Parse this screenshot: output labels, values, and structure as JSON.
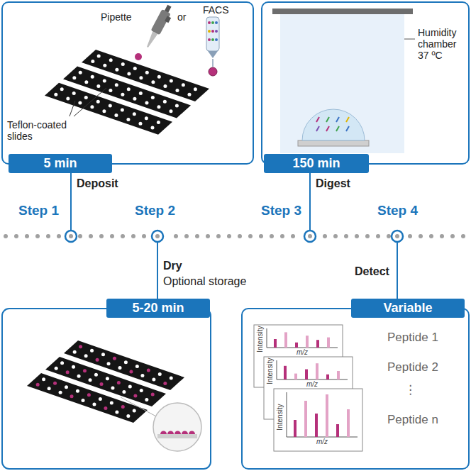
{
  "diagram": {
    "nodes": [
      {
        "text": [
          "Pipette",
          "or",
          "FACS",
          "Teflon-coated slides"
        ]
      },
      {
        "text": [
          "5 min"
        ]
      },
      {
        "text": [
          "Humidity chamber 37 ºC"
        ]
      },
      {
        "text": [
          "150 min"
        ]
      },
      {
        "text": [
          "5-20 min"
        ]
      },
      {
        "text": [
          "Peptide 1",
          "Peptide 2",
          "⋮",
          "Peptide n"
        ]
      },
      {
        "text": [
          "Variable"
        ]
      }
    ],
    "labels": [
      "Step 1",
      "Deposit",
      "Step 2",
      "Dry",
      "Optional storage",
      "Step 3",
      "Digest",
      "Step 4",
      "Detect",
      "Intensity",
      "m/z",
      "Intensity",
      "m/z",
      "Intensity",
      "m/z"
    ]
  }
}
